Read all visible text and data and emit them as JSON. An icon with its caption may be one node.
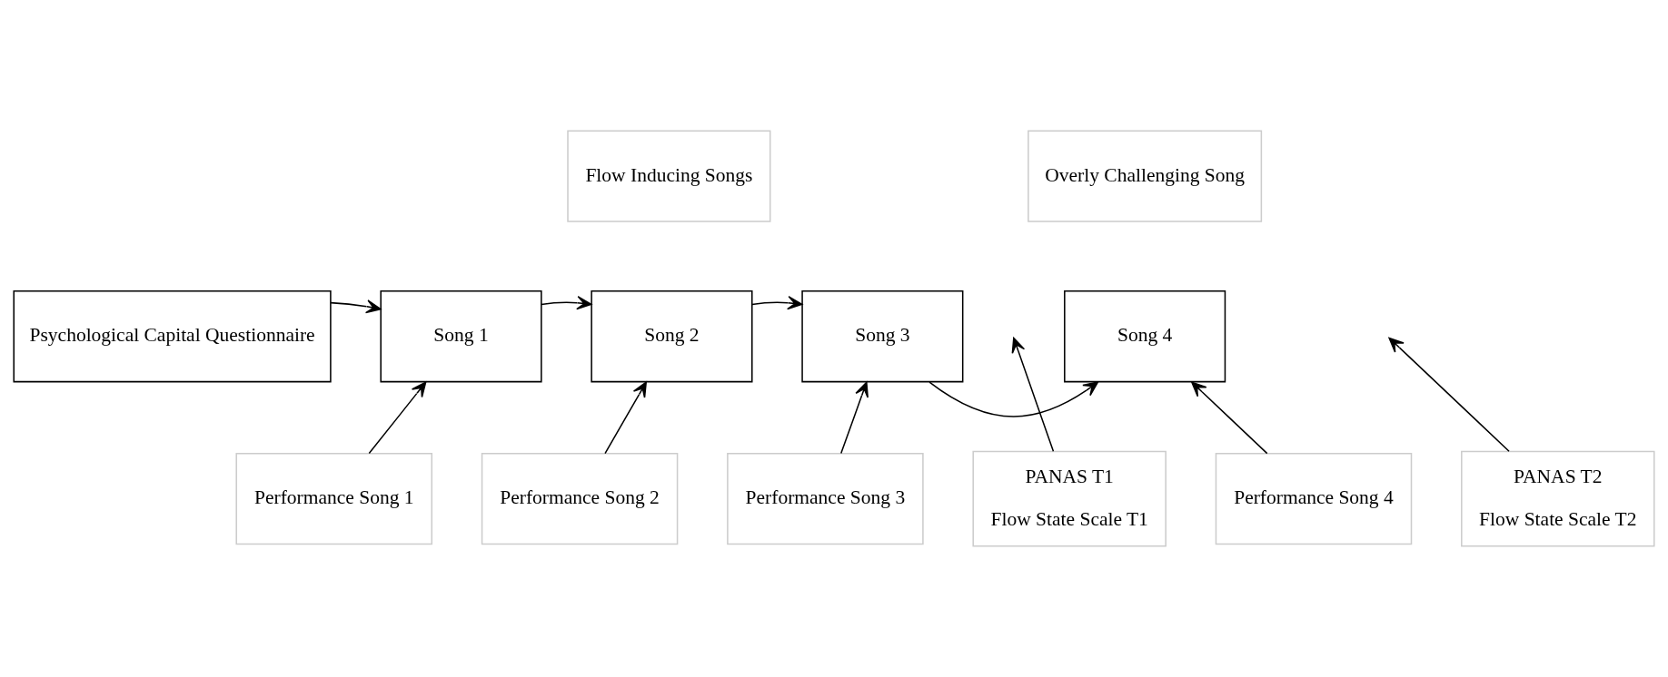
{
  "diagram": {
    "nodes": [
      {
        "text": [
          "Psychological Capital Questionnaire"
        ]
      },
      {
        "text": [
          "Song 1"
        ]
      },
      {
        "text": [
          "Song 2"
        ]
      },
      {
        "text": [
          "Song 3"
        ]
      },
      {
        "text": [
          "Song 4"
        ]
      },
      {
        "text": [
          "Performance Song 1"
        ]
      },
      {
        "text": [
          "Performance Song 2"
        ]
      },
      {
        "text": [
          "Performance Song 3"
        ]
      },
      {
        "text": [
          "PANAS T1",
          "Flow State Scale T1"
        ]
      },
      {
        "text": [
          "Performance Song 4"
        ]
      },
      {
        "text": [
          "PANAS T2",
          "Flow State Scale T2"
        ]
      },
      {
        "text": [
          "Flow Inducing Songs"
        ]
      },
      {
        "text": [
          "Overly Challenging Song"
        ]
      }
    ],
    "edges": [
      {
        "from": 0,
        "to": 1,
        "arrow": "to"
      },
      {
        "from": 1,
        "to": 2,
        "arrow": "to"
      },
      {
        "from": 2,
        "to": 3,
        "arrow": "to"
      },
      {
        "from": 3,
        "to": 4,
        "arrow": "to"
      },
      {
        "from": 5,
        "to": 1,
        "arrow": "to"
      },
      {
        "from": 6,
        "to": 2,
        "arrow": "to"
      },
      {
        "from": 7,
        "to": 3,
        "arrow": "to"
      },
      {
        "from": 8,
        "to": null,
        "arrow": "to"
      },
      {
        "from": 9,
        "to": 4,
        "arrow": "to"
      },
      {
        "from": 10,
        "to": null,
        "arrow": "to"
      }
    ]
  }
}
